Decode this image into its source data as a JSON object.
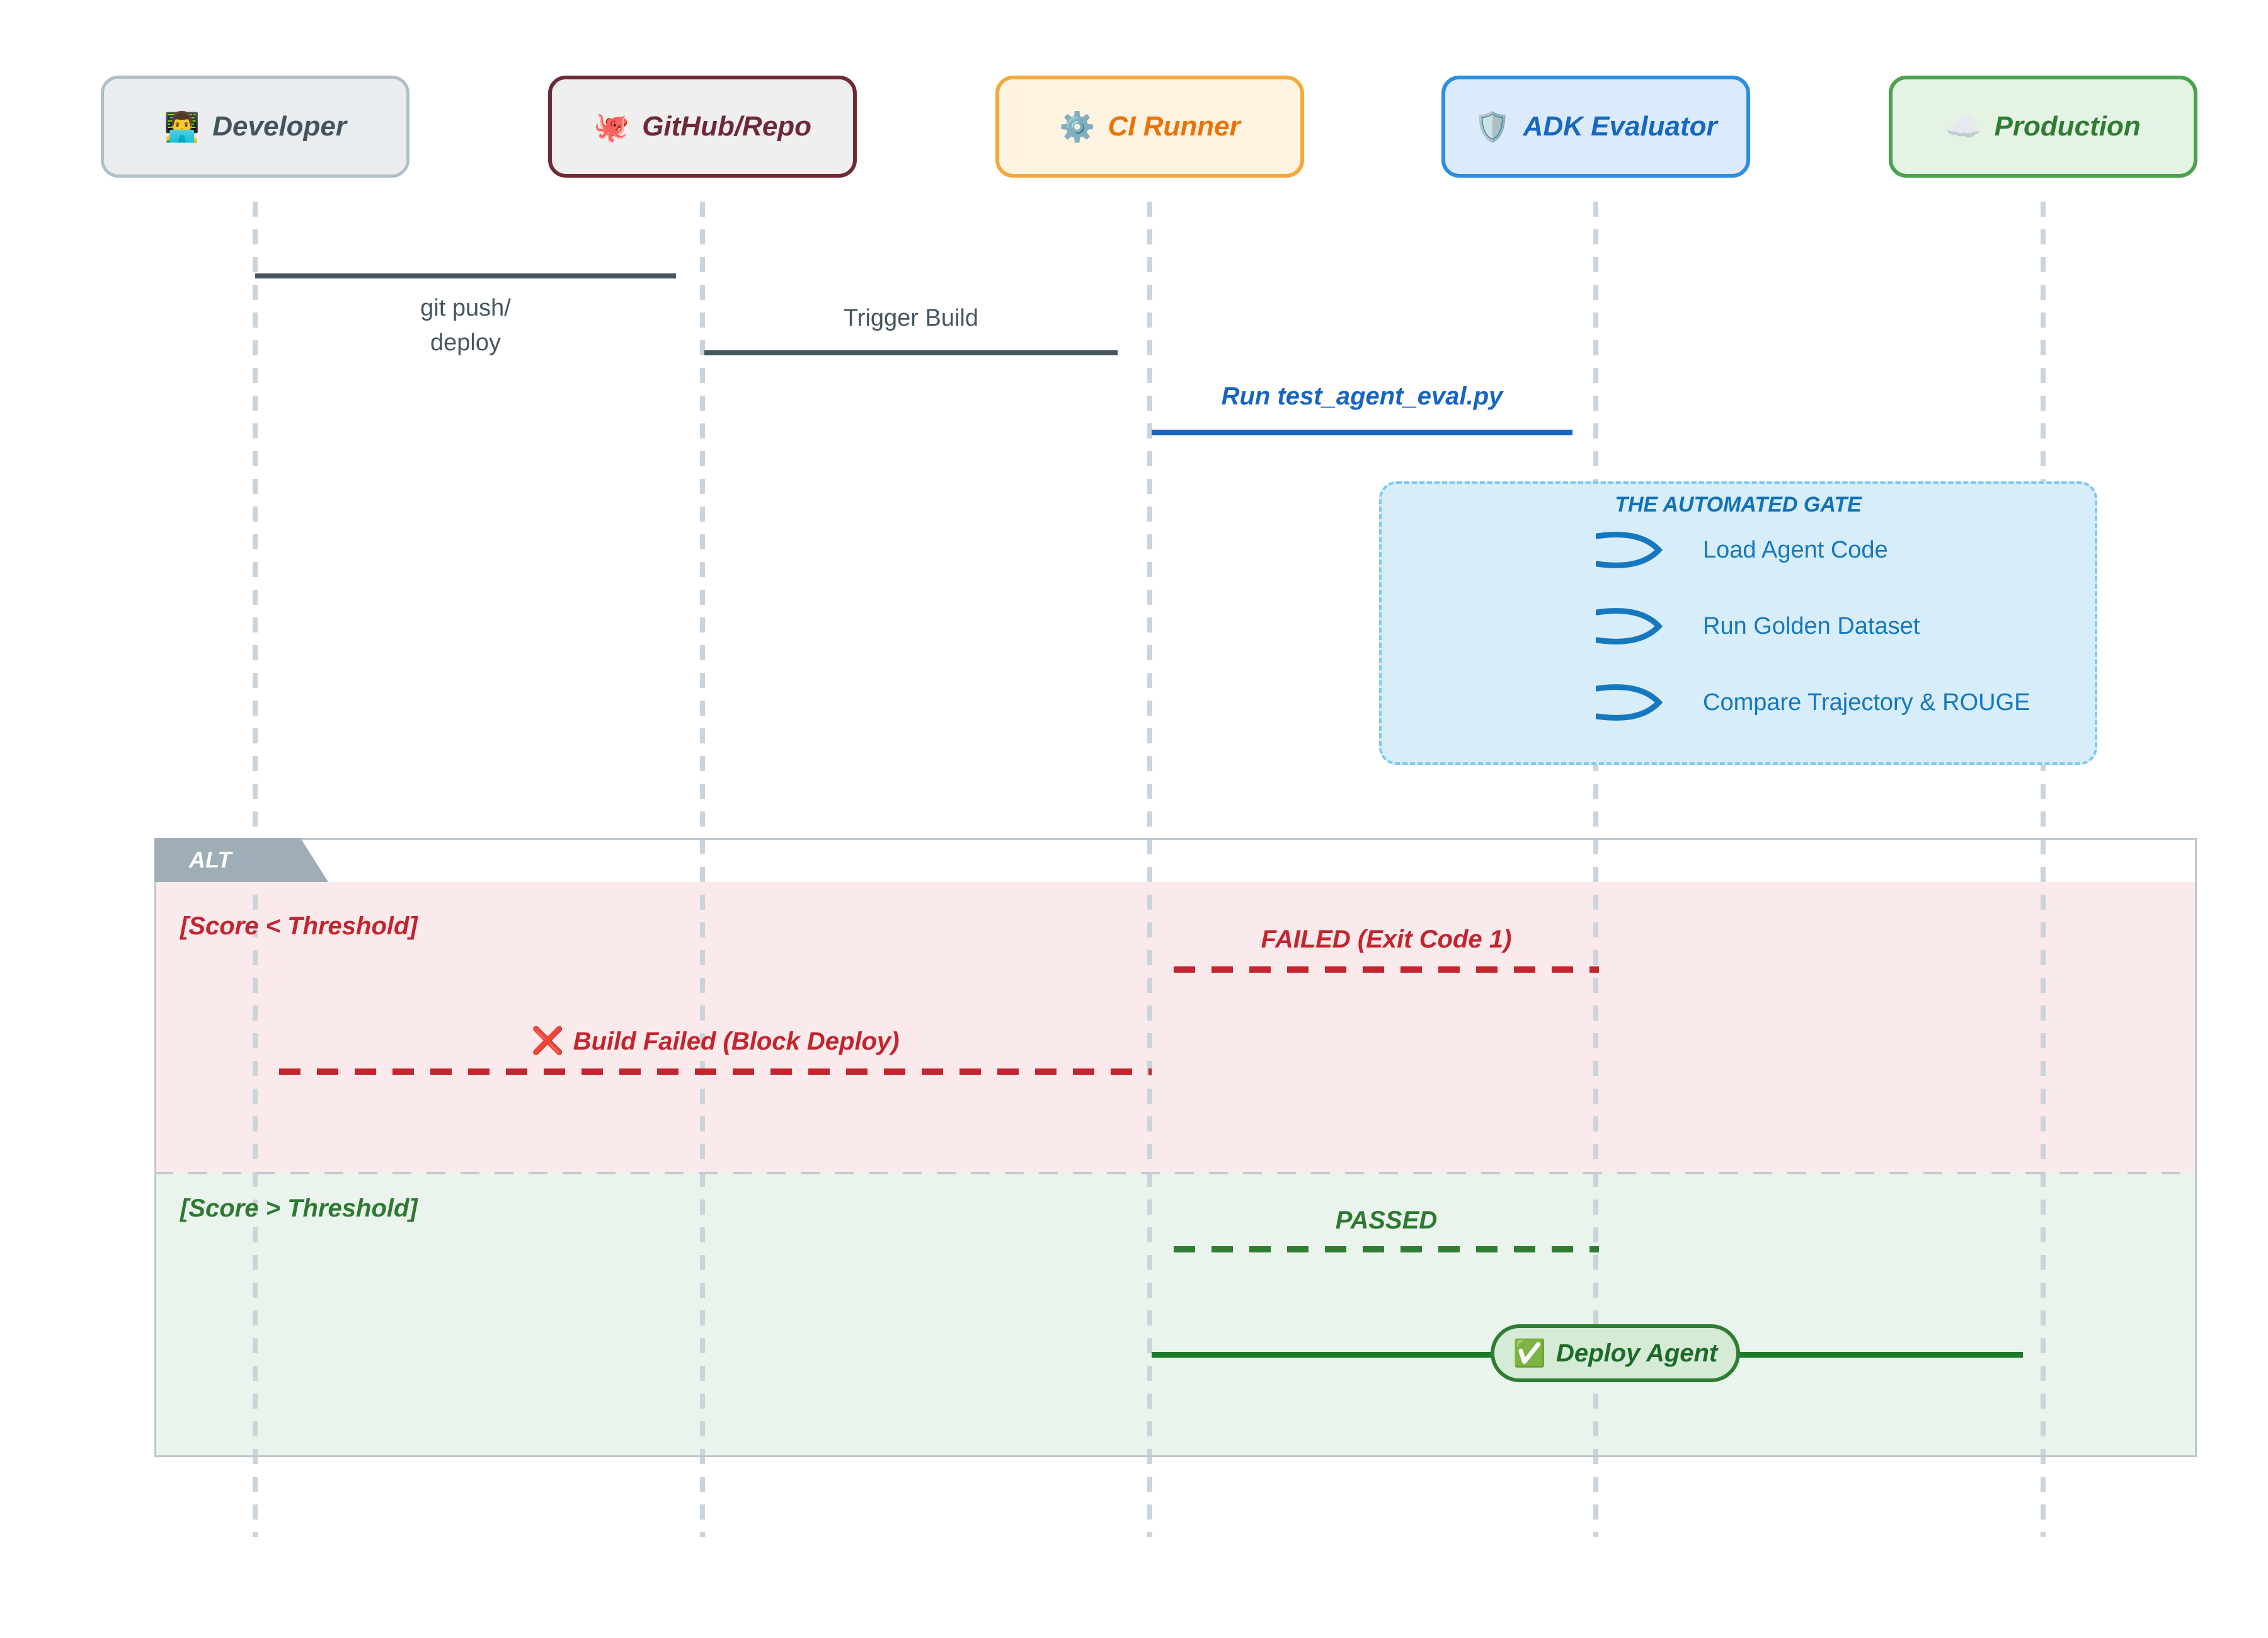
{
  "actors": [
    {
      "emoji": "👨‍💻",
      "label": "Developer",
      "bg": "#E9EDF0",
      "border": "#AFBEC7",
      "color": "#44545E"
    },
    {
      "emoji": "🐙",
      "label": "GitHub/Repo",
      "bg": "#F0EFEF",
      "border": "#6E2A34",
      "color": "#6E2A34"
    },
    {
      "emoji": "⚙️",
      "label": "CI Runner",
      "bg": "#FDF3E0",
      "border": "#F4A93D",
      "color": "#EE7203"
    },
    {
      "emoji": "🛡️",
      "label": "ADK Evaluator",
      "bg": "#DCEBFB",
      "border": "#2C8EE1",
      "color": "#1668C1"
    },
    {
      "emoji": "☁️",
      "label": "Production",
      "bg": "#E5F3E5",
      "border": "#4AA24F",
      "color": "#2E7D32"
    }
  ],
  "messages": {
    "git_push": {
      "line1": "git push/",
      "line2": "deploy"
    },
    "trigger_build": "Trigger Build",
    "run_eval": "Run test_agent_eval.py"
  },
  "note": {
    "title": "THE AUTOMATED GATE",
    "items": [
      "Load Agent Code",
      "Run Golden Dataset",
      "Compare Trajectory & ROUGE"
    ]
  },
  "alt": {
    "label": "ALT",
    "fail_condition": "[Score < Threshold]",
    "failed_msg": "FAILED (Exit Code 1)",
    "build_failed_icon": "❌",
    "build_failed_msg": "Build Failed (Block Deploy)",
    "pass_condition": "[Score > Threshold]",
    "passed_msg": "PASSED",
    "deploy_icon": "✅",
    "deploy_msg": "Deploy Agent"
  },
  "colors": {
    "dark_line": "#45565F",
    "blue_accent": "#1765C0",
    "red_accent": "#C4242E",
    "green_accent": "#2E7D32",
    "deploy_green": "#1E7A2B",
    "note_bg": "#D7EDF9",
    "note_border": "#7FC9EC",
    "note_text": "#1578BE",
    "alt_tab_gray": "#9FAEB6",
    "fail_section_bg": "#FAEAEB",
    "pass_section_bg": "#EBF4EC",
    "lifeline_gray": "#CBD4DA"
  }
}
